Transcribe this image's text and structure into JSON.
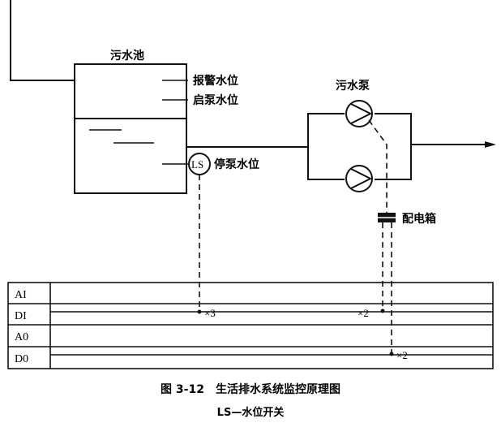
{
  "labels": {
    "tank": "污水池",
    "alarm_level": "报警水位",
    "start_level": "启泵水位",
    "stop_level": "停泵水位",
    "ls_symbol": "LS",
    "pumps": "污水泵",
    "control_box": "配电箱"
  },
  "bus": {
    "rows": [
      "AI",
      "DI",
      "A0",
      "D0"
    ],
    "markers": {
      "di_left": "×3",
      "di_right": "×2",
      "do_right": "×2"
    }
  },
  "caption": {
    "title": "图 3-12　生活排水系统监控原理图",
    "legend": "LS—水位开关"
  },
  "colors": {
    "ink": "#111111",
    "background": "#ffffff"
  }
}
